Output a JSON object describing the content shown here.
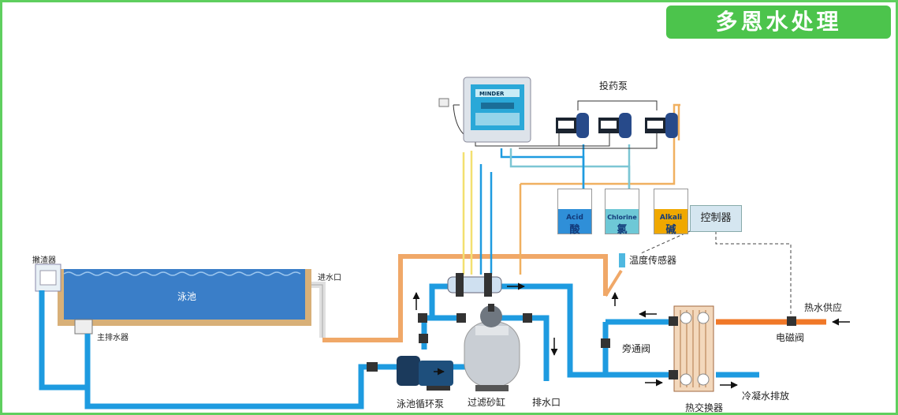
{
  "brand": {
    "title": "多恩水处理"
  },
  "controller_device": {
    "name": "MINDER"
  },
  "labels": {
    "dosing_pumps": "投药泵",
    "controller": "控制器",
    "temp_sensor": "温度传感器",
    "skimmer": "撇渣器",
    "pool": "泳池",
    "main_drain": "主排水器",
    "inlet": "进水口",
    "hot_water_supply": "热水供应",
    "solenoid_valve": "电磁阀",
    "bypass_valve": "旁通阀",
    "circulation_pump": "泳池循环泵",
    "sand_filter": "过滤砂缸",
    "drain_outlet": "排水口",
    "heat_exchanger": "热交换器",
    "condensate_drain": "冷凝水排放"
  },
  "tanks": [
    {
      "en": "Acid",
      "zh": "酸",
      "color": "#2f8fd8"
    },
    {
      "en": "Chlorine",
      "zh": "氯",
      "color": "#6ec8d6"
    },
    {
      "en": "Alkali",
      "zh": "碱",
      "color": "#f0a800"
    }
  ],
  "colors": {
    "frame": "#5fcf5f",
    "brand_bg": "#4cc44c",
    "pipe_water": "#1e9be0",
    "pipe_pool_return": "#f0a868",
    "pipe_hot": "#f07828",
    "pool_water": "#3a7ec8",
    "pool_wall": "#d8b078"
  }
}
